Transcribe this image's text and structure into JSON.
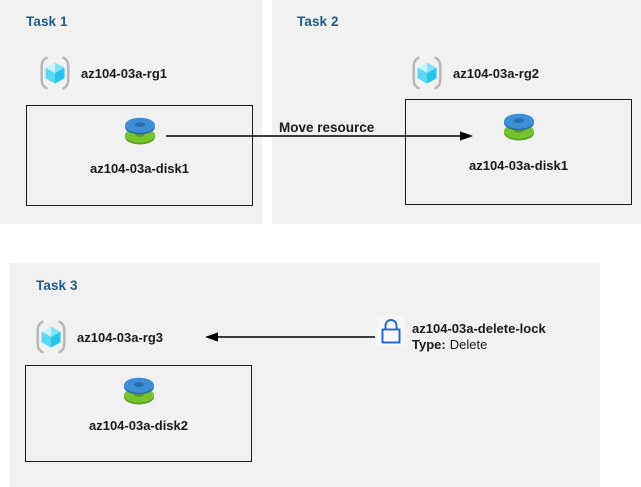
{
  "diagram": {
    "title": "Azure resource group tasks diagram",
    "background": "#ffffff",
    "panel_bg": "#f1f1f1",
    "task_label_color": "#1f5c8b",
    "box_border_color": "#1a1a1a",
    "arrow_color": "#000000",
    "lock_color": "#1f66d0",
    "disk_top_color": "#3d8ed6",
    "disk_bottom_color": "#6fbe2a",
    "rg_cube_color": "#53d7f5"
  },
  "tasks": [
    {
      "id": "task1",
      "label": "Task 1",
      "resource_group": {
        "icon": "resource-group-icon",
        "name": "az104-03a-rg1"
      },
      "resource": {
        "icon": "managed-disk-icon",
        "name": "az104-03a-disk1"
      }
    },
    {
      "id": "task2",
      "label": "Task 2",
      "resource_group": {
        "icon": "resource-group-icon",
        "name": "az104-03a-rg2"
      },
      "resource": {
        "icon": "managed-disk-icon",
        "name": "az104-03a-disk1"
      }
    },
    {
      "id": "task3",
      "label": "Task 3",
      "resource_group": {
        "icon": "resource-group-icon",
        "name": "az104-03a-rg3"
      },
      "resource": {
        "icon": "managed-disk-icon",
        "name": "az104-03a-disk2"
      },
      "lock": {
        "icon": "lock-icon",
        "name": "az104-03a-delete-lock",
        "type_key": "Type:",
        "type_value": "Delete"
      }
    }
  ],
  "connectors": {
    "move_resource": {
      "label": "Move resource",
      "from": "az104-03a-disk1",
      "to": "az104-03a-disk1"
    },
    "lock_applies_to": {
      "label": "",
      "from": "az104-03a-delete-lock",
      "to": "az104-03a-rg3"
    }
  }
}
